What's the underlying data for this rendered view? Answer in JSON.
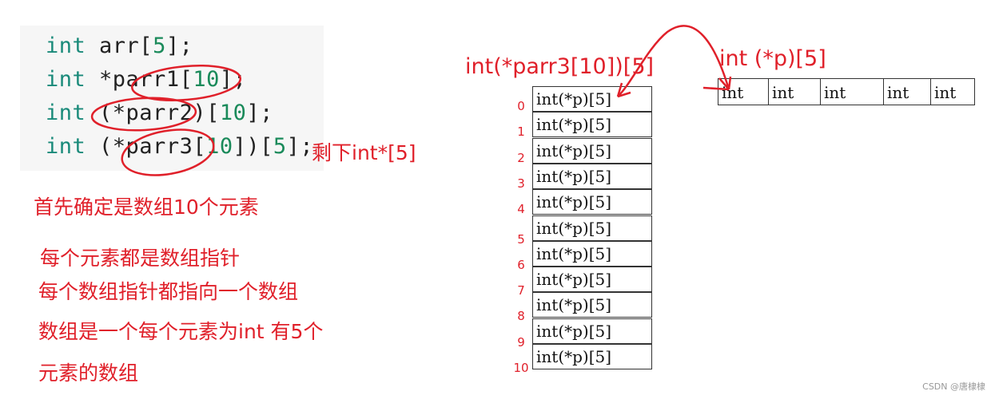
{
  "code": {
    "line1": {
      "kw": "int",
      "rest": " arr[",
      "n": "5",
      "end": "];"
    },
    "line2": {
      "kw": "int",
      "rest": " *parr1[",
      "n": "10",
      "end": "];"
    },
    "line3": {
      "kw": "int",
      "rest": " (*parr2)[",
      "n": "10",
      "end": "];"
    },
    "line4": {
      "kw": "int",
      "rest": " (*parr3[",
      "n": "10",
      "end": "])[",
      "n2": "5",
      "end2": "];"
    }
  },
  "annotations": {
    "remaining": "剩下int*[5]",
    "note1": "首先确定是数组10个元素",
    "note2": "每个元素都是数组指针",
    "note3": "每个数组指针都指向一个数组",
    "note4": "数组是一个每个元素为int 有5个",
    "note5": "元素的数组"
  },
  "array": {
    "title": "int(*parr3[10])[5]",
    "indices": [
      "0",
      "1",
      "2",
      "3",
      "4",
      "5",
      "6",
      "7",
      "8",
      "9",
      "10"
    ],
    "cells": [
      "int(*p)[5]",
      "int(*p)[5]",
      "int(*p)[5]",
      "int(*p)[5]",
      "int(*p)[5]",
      "int(*p)[5]",
      "int(*p)[5]",
      "int(*p)[5]",
      "int(*p)[5]",
      "int(*p)[5]",
      "int(*p)[5]"
    ]
  },
  "int_array": {
    "title": "int (*p)[5]",
    "cells": [
      "int",
      "int",
      "int",
      "int",
      "int"
    ]
  },
  "watermark": "CSDN @唐棣棣",
  "colors": {
    "annotation": "#e0202a",
    "keyword": "#1a8a7a",
    "number": "#1a8a5a"
  }
}
